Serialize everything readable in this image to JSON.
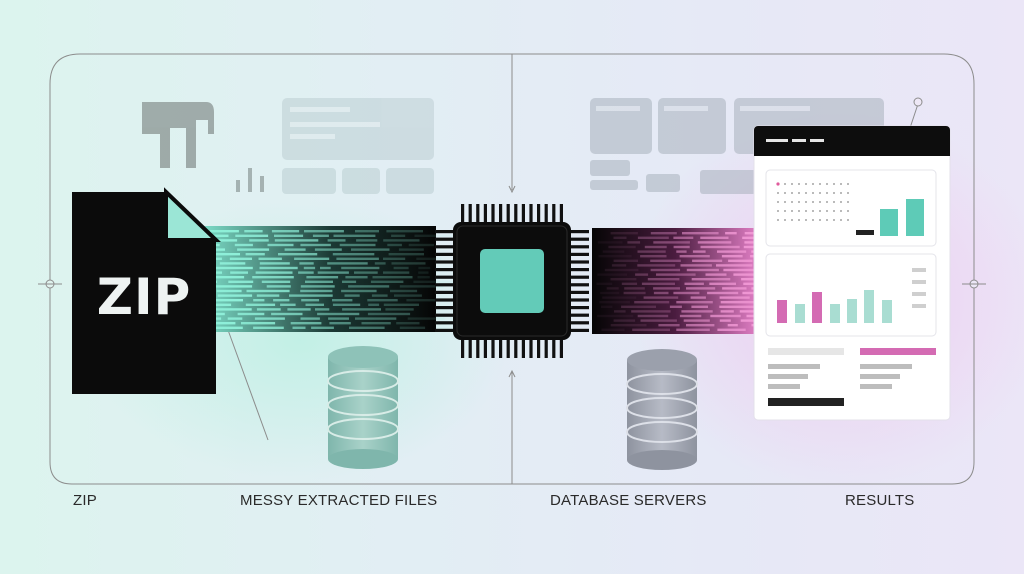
{
  "file_icon": {
    "text": "ZIP"
  },
  "stage_labels": [
    {
      "id": "zip",
      "text": "ZIP"
    },
    {
      "id": "messy",
      "text": "MESSY EXTRACTED FILES"
    },
    {
      "id": "db",
      "text": "DATABASE SERVERS"
    },
    {
      "id": "results",
      "text": "RESULTS"
    }
  ],
  "colors": {
    "teal": "#7fd9c6",
    "teal_strong": "#5ecbb7",
    "magenta": "#d46bb3",
    "dark": "#0d0d0d",
    "frame": "#8c8c8c"
  },
  "icons": [
    "zip-file-icon",
    "database-icon",
    "cpu-chip-icon",
    "results-dashboard-icon"
  ]
}
